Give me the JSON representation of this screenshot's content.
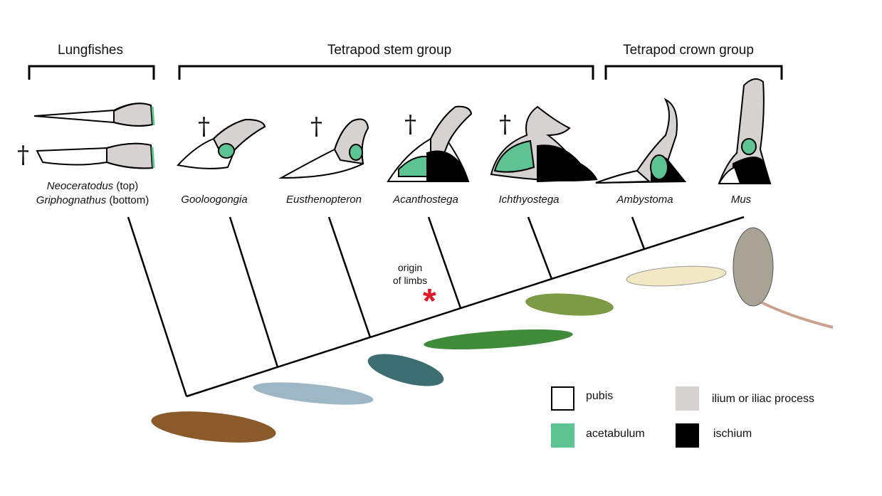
{
  "groups": {
    "lungfishes": "Lungfishes",
    "stem": "Tetrapod stem group",
    "crown": "Tetrapod crown group"
  },
  "lungfish_labels": {
    "top_name": "Neoceratodus",
    "top_suffix": " (top)",
    "bottom_name": "Griphognathus",
    "bottom_suffix": " (bottom)"
  },
  "taxa": [
    "Gooloogongia",
    "Eusthenopteron",
    "Acanthostega",
    "Ichthyostega",
    "Ambystoma",
    "Mus"
  ],
  "extinct_marker": "†",
  "annotation": {
    "line1": "origin",
    "line2": "of limbs",
    "marker": "*"
  },
  "legend": [
    {
      "label": "pubis",
      "color": "#ffffff"
    },
    {
      "label": "ilium or iliac process",
      "color": "#d6d2d2"
    },
    {
      "label": "acetabulum",
      "color": "#5ec392"
    },
    {
      "label": "ischium",
      "color": "#000000"
    }
  ],
  "colors": {
    "accent_star": "#e0192b"
  }
}
